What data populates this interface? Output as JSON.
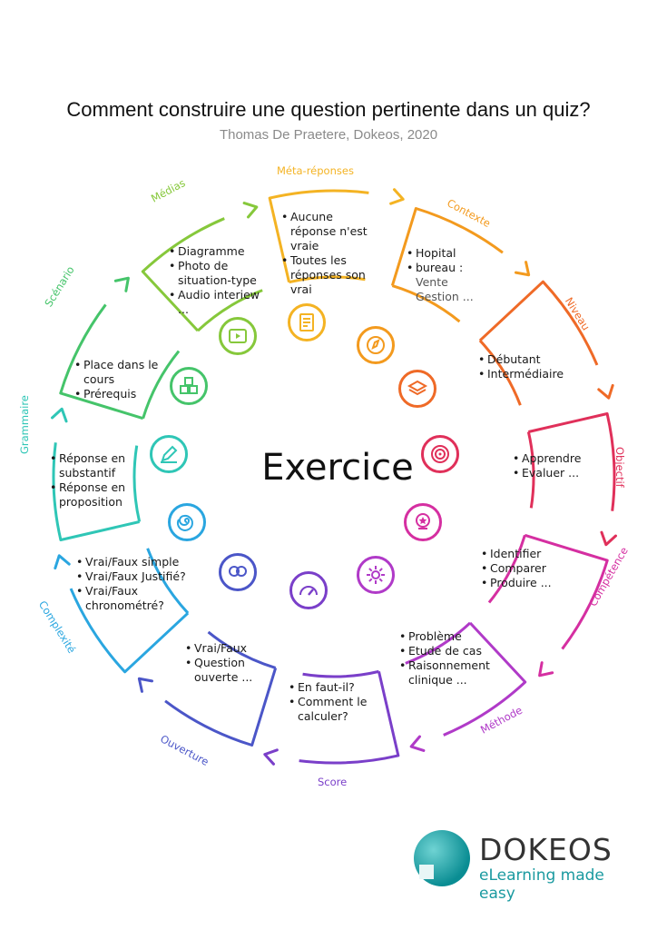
{
  "header": {
    "title": "Comment construire une question pertinente dans un quiz?",
    "subtitle": "Thomas De Praetere, Dokeos, 2020"
  },
  "center_label": "Exercice",
  "segments": [
    {
      "id": "meta",
      "label": "Méta-réponses",
      "color": "#f4b323",
      "icon": "checklist-document-icon",
      "bullets": [
        "Aucune réponse n'est vraie",
        "Toutes les réponses son vrai"
      ]
    },
    {
      "id": "contexte",
      "label": "Contexte",
      "color": "#f39a1e",
      "icon": "compass-icon",
      "bullets": [
        "Hopital",
        "bureau :"
      ],
      "extra": [
        "Vente",
        "Gestion ..."
      ]
    },
    {
      "id": "niveau",
      "label": "Niveau",
      "color": "#ef6a27",
      "icon": "layers-icon",
      "bullets": [
        "Débutant",
        "Intermédiaire"
      ]
    },
    {
      "id": "objectif",
      "label": "Objectif",
      "color": "#e0305a",
      "icon": "target-icon",
      "bullets": [
        "Apprendre",
        "Evaluer ..."
      ]
    },
    {
      "id": "competence",
      "label": "Compétence",
      "color": "#d52fa1",
      "icon": "badge-star-icon",
      "bullets": [
        "Identifier",
        "Comparer",
        "Produire ..."
      ]
    },
    {
      "id": "methode",
      "label": "Méthode",
      "color": "#b03ac8",
      "icon": "gear-icon",
      "bullets": [
        "Problème",
        "Etude de cas",
        "Raisonnement clinique ..."
      ]
    },
    {
      "id": "score",
      "label": "Score",
      "color": "#7a3fc9",
      "icon": "speedometer-icon",
      "bullets": [
        "En faut-il?",
        "Comment le calculer?"
      ]
    },
    {
      "id": "ouverture",
      "label": "Ouverture",
      "color": "#4b56c8",
      "icon": "speech-bubbles-icon",
      "bullets": [
        "Vrai/Faux",
        "Question ouverte ..."
      ]
    },
    {
      "id": "complexite",
      "label": "Complexité",
      "color": "#2aa6e0",
      "icon": "spiral-maze-icon",
      "bullets": [
        "Vrai/Faux simple",
        "Vrai/Faux Justifié?",
        "Vrai/Faux chronométré?"
      ]
    },
    {
      "id": "grammaire",
      "label": "Grammaire",
      "color": "#2fc6b6",
      "icon": "pencil-writing-icon",
      "bullets": [
        "Réponse en substantif",
        "Réponse en proposition"
      ]
    },
    {
      "id": "scenario",
      "label": "Scénario",
      "color": "#45c46a",
      "icon": "cubes-icon",
      "bullets": [
        "Place dans le cours",
        "Prérequis"
      ]
    },
    {
      "id": "medias",
      "label": "Médias",
      "color": "#86c83b",
      "icon": "play-button-icon",
      "bullets": [
        "Diagramme",
        "Photo de situation-type",
        "Audio interiew ..."
      ]
    }
  ],
  "logo": {
    "name": "DOKEOS",
    "tagline": "eLearning made easy"
  }
}
